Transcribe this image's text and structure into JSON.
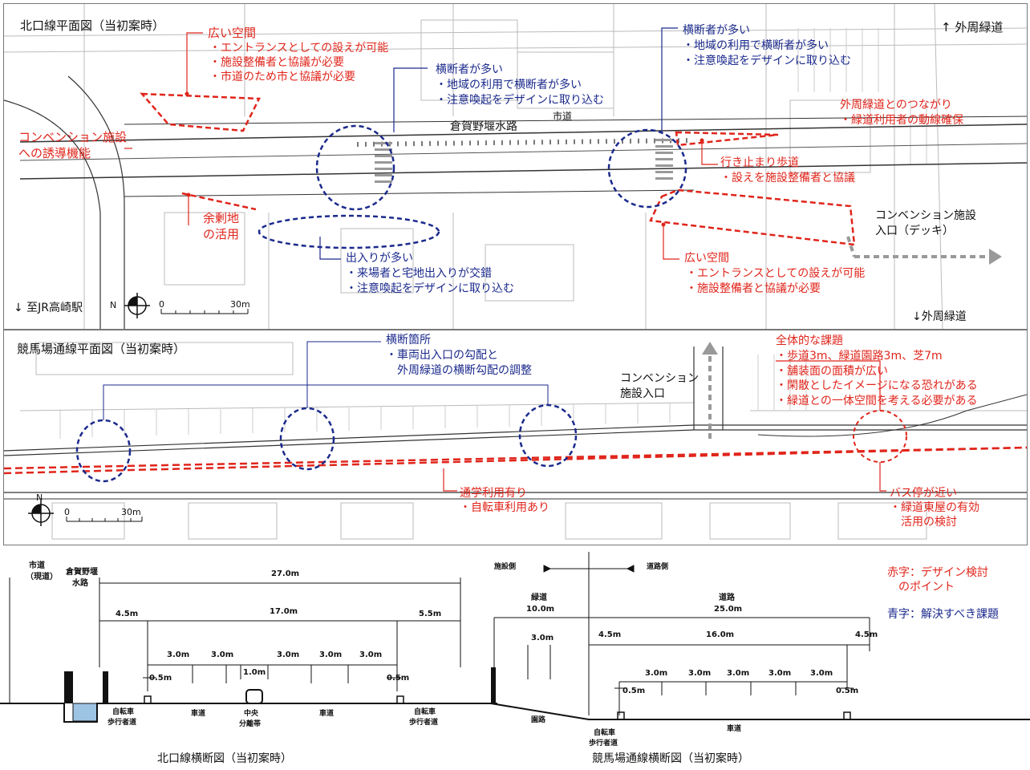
{
  "north": {
    "title": "北口線平面図（当初案時）",
    "wide_space_1": {
      "title": "広い空間",
      "items": [
        "・エントランスとしての設えが可能",
        "・施設整備者と協議が必要",
        "・市道のため市と協議が必要"
      ]
    },
    "crossing_center": {
      "title": "横断者が多い",
      "items": [
        "・地域の利用で横断者が多い",
        "・注意喚起をデザインに取り込む"
      ]
    },
    "crossing_right": {
      "title": "横断者が多い",
      "items": [
        "・地域の利用で横断者が多い",
        "・注意喚起をデザインに取り込む"
      ]
    },
    "city_road": "市道",
    "waterway": "倉賀野堰水路",
    "convention_guide": [
      "コンベンション施設",
      "への誘導機能"
    ],
    "surplus_land": [
      "余剰地",
      "の活用"
    ],
    "outer_link": {
      "title": "外周緑道とのつながり",
      "items": [
        "・緑道利用者の動線確保"
      ]
    },
    "dead_end": {
      "title": "行き止まり歩道",
      "items": [
        "・設えを施設整備者と協議"
      ]
    },
    "convention_entrance": [
      "コンベンション施設",
      "入口（デッキ）"
    ],
    "wide_space_2": {
      "title": "広い空間",
      "items": [
        "・エントランスとしての設えが可能",
        "・施設整備者と協議が必要"
      ]
    },
    "many_access": {
      "title": "出入りが多い",
      "items": [
        "・来場者と宅地出入りが交錯",
        "・注意喚起をデザインに取り込む"
      ]
    },
    "to_station": "↓ 至JR高崎駅",
    "north_label": "N",
    "scale_0": "0",
    "scale_30": "30m",
    "outer_green_top": "↑ 外周緑道",
    "outer_green_bottom": "↓外周緑道"
  },
  "race": {
    "title": "競馬場通線平面図（当初案時）",
    "crossing": {
      "title": "横断箇所",
      "items": [
        "・車両出入口の勾配と",
        "　外周緑道の横断勾配の調整"
      ]
    },
    "convention_entrance": [
      "コンベンション",
      "施設入口"
    ],
    "overall": {
      "title": "全体的な課題",
      "items": [
        "・歩道3m、緑道園路3m、芝7m",
        "・舗装面の面積が広い",
        "・閑散としたイメージになる恐れがある",
        "・緑道との一体空間を考える必要がある"
      ]
    },
    "school": {
      "title": "通学利用有り",
      "items": [
        "・自転車利用あり"
      ]
    },
    "bus": {
      "title": "バス停が近い",
      "items": [
        "・緑道東屋の有効",
        "　活用の検討"
      ]
    },
    "north_label": "N",
    "scale_0": "0",
    "scale_30": "30m"
  },
  "cross_north": {
    "caption": "北口線横断図（当初案時）",
    "city_road": [
      "市道",
      "（現道）"
    ],
    "waterway": [
      "倉賀野堰",
      "水路"
    ],
    "total": "27.0m",
    "left": "4.5m",
    "mid": "17.0m",
    "right": "5.5m",
    "lanes": [
      "3.0m",
      "3.0m",
      "3.0m",
      "3.0m",
      "3.0m"
    ],
    "median": "1.0m",
    "curb_left": "0.5m",
    "curb_right": "0.5m",
    "lbl_bike_left": [
      "自転車",
      "歩行者道"
    ],
    "lbl_road_left": "車道",
    "lbl_median": [
      "中央",
      "分離帯"
    ],
    "lbl_road_right": "車道",
    "lbl_bike_right": [
      "自転車",
      "歩行者道"
    ]
  },
  "cross_race": {
    "caption": "競馬場通線横断図（当初案時）",
    "facility_side": "施設側",
    "road_side": "道路側",
    "green": "緑道",
    "green_w": "10.0m",
    "road": "道路",
    "road_w": "25.0m",
    "path_w": "3.0m",
    "left": "4.5m",
    "mid": "16.0m",
    "right": "4.5m",
    "lanes": [
      "3.0m",
      "3.0m",
      "3.0m",
      "3.0m",
      "3.0m"
    ],
    "curb_left": "0.5m",
    "curb_right": "0.5m",
    "lbl_path": "園路",
    "lbl_bike": [
      "自転車",
      "歩行者道"
    ],
    "lbl_road": "車道"
  },
  "legend": {
    "red": [
      "赤字：デザイン検討",
      "　のポイント"
    ],
    "blue": "青字：解決すべき課題",
    "red_color": "#e0251b",
    "blue_color": "#1b2a8c"
  }
}
